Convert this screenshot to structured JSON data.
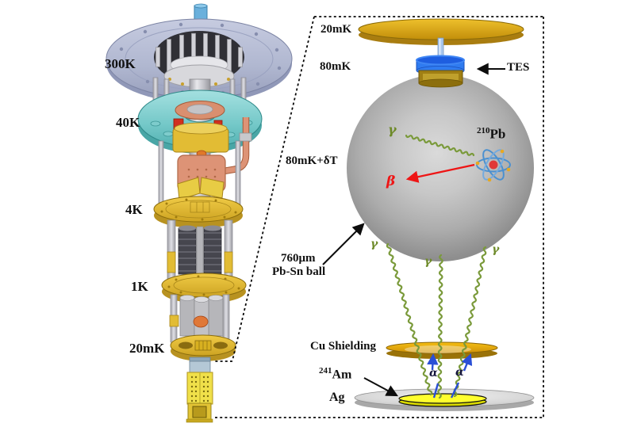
{
  "figure": {
    "cryostat": {
      "stages": [
        {
          "label": "300K"
        },
        {
          "label": "40K"
        },
        {
          "label": "4K"
        },
        {
          "label": "1K"
        },
        {
          "label": "20mK"
        }
      ]
    },
    "detail": {
      "plate_label": "20mK",
      "tes_stage_label": "80mK",
      "tes_label": "TES",
      "ball_temp_label": "80mK+δT",
      "ball_size_line1": "760μm",
      "ball_size_line2": "Pb-Sn ball",
      "isotope_super": "210",
      "isotope_main": "Pb",
      "shield_label": "Cu Shielding",
      "source_super": "241",
      "source_main": "Am",
      "substrate_label": "Ag",
      "symbols": {
        "gamma": "γ",
        "beta": "β",
        "alpha": "α"
      }
    },
    "colors": {
      "gamma_green": "#7a9a3a",
      "beta_red": "#ee1515",
      "alpha_blue": "#2a4fd6",
      "tes_blue": "#2f7bf0",
      "source_yellow": "#ffff2e",
      "gold": "#d9a414",
      "sphere_gray": "#b5b5b5",
      "stage40k_teal": "#6cc4c4",
      "stage300k_lavender": "#b3bad2"
    }
  }
}
